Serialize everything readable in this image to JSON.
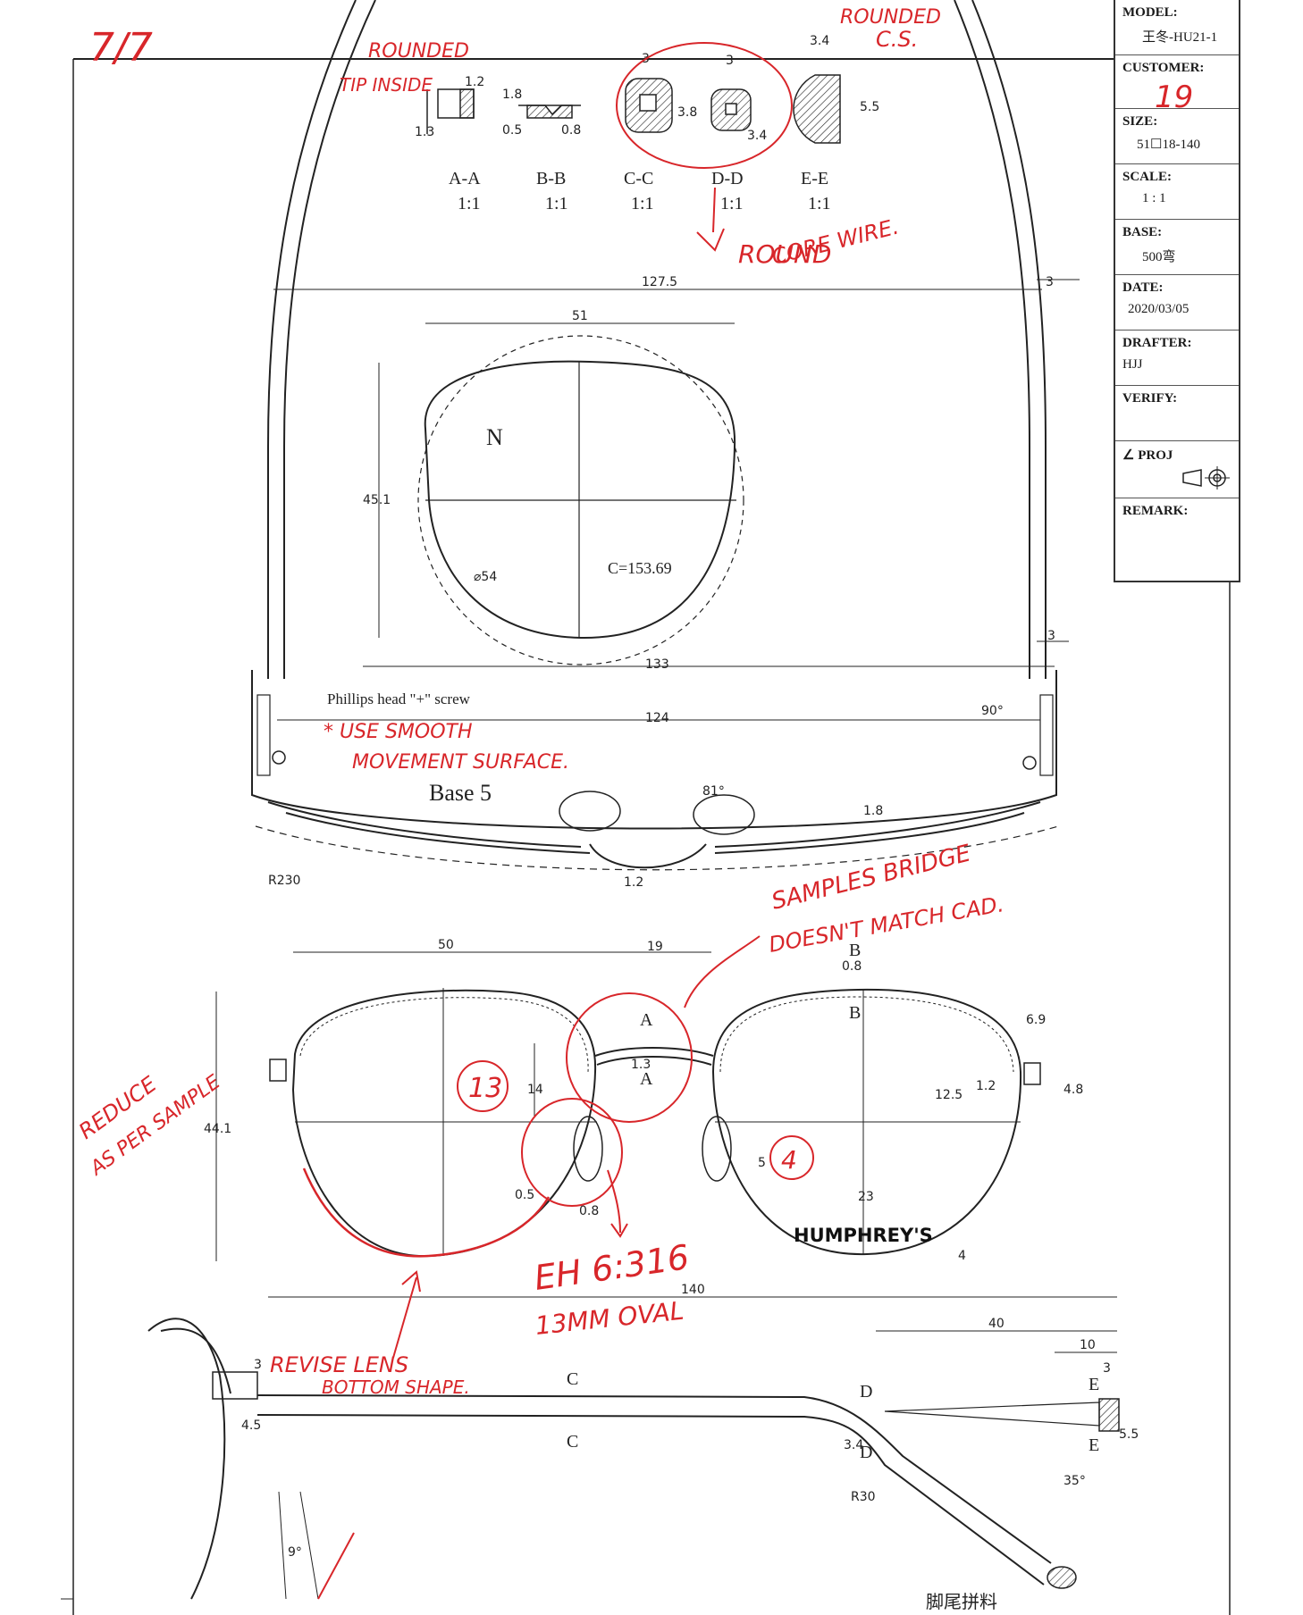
{
  "title_block": {
    "model_label": "MODEL:",
    "model_value": "王冬-HU21-1",
    "customer_label": "CUSTOMER:",
    "customer_value": "",
    "size_label": "SIZE:",
    "size_value": "51☐18-140",
    "scale_label": "SCALE:",
    "scale_value": "1 : 1",
    "base_label": "BASE:",
    "base_value": "500弯",
    "date_label": "DATE:",
    "date_value": "2020/03/05",
    "drafter_label": "DRAFTER:",
    "drafter_value": "HJJ",
    "verify_label": "VERIFY:",
    "proj_label": "∠ PROJ",
    "remark_label": "REMARK:"
  },
  "sections": [
    {
      "name": "A-A",
      "scale": "1:1"
    },
    {
      "name": "B-B",
      "scale": "1:1"
    },
    {
      "name": "C-C",
      "scale": "1:1"
    },
    {
      "name": "D-D",
      "scale": "1:1"
    },
    {
      "name": "E-E",
      "scale": "1:1"
    }
  ],
  "section_dims": {
    "aa_1": "1.2",
    "aa_2": "1.3",
    "bb_1": "1.8",
    "bb_2": "0.5",
    "bb_3": "0.8",
    "cc_1": "3",
    "cc_2": "3.8",
    "dd_1": "3",
    "dd_2": "3.4",
    "ee_1": "3.4",
    "ee_2": "5.5"
  },
  "top_view": {
    "width_dim": "127.5",
    "right_dim_top": "3",
    "right_dim_bottom": "3",
    "lens_width": "51",
    "lens_height": "45.1",
    "lens_mark": "N",
    "diameter": "⌀54",
    "circumference": "C=153.69",
    "outer_width": "133",
    "inner_width": "124",
    "screw_note": "Phillips head \"+\" screw",
    "base_label": "Base 5",
    "angle_bridge": "81°",
    "angle_temple": "90°",
    "dim_18": "1.8",
    "dim_12": "1.2",
    "radius": "R230"
  },
  "front_view": {
    "lens_width": "50",
    "bridge": "19",
    "b_mark": "B",
    "b_dim": "0.8",
    "a_mark": "A",
    "a_dim": "1.3",
    "height_14": "14",
    "height_441": "44.1",
    "dim_69": "6.9",
    "dim_125": "12.5",
    "dim_12": "1.2",
    "dim_48": "4.8",
    "dim_05": "0.5",
    "dim_08": "0.8",
    "dim_5": "5",
    "dim_23": "23",
    "dim_4": "4",
    "brand": "HUMPHREY'S"
  },
  "side_view": {
    "length": "140",
    "dim_40": "40",
    "dim_10": "10",
    "dim_3a": "3",
    "dim_3b": "3",
    "dim_45": "4.5",
    "dim_34": "3.4",
    "dim_55": "5.5",
    "c_mark": "C",
    "d_mark": "D",
    "e_mark": "E",
    "radius": "R30",
    "angle_35": "35°",
    "angle_9": "9°",
    "tip_note": "脚尾拼料"
  },
  "annotations": {
    "page": "7/7",
    "rounded_tip": "ROUNDED",
    "tip_inside": "TIP INSIDE",
    "rounded_cs": "ROUNDED",
    "cs": "C.S.",
    "round_core": "ROUND",
    "core_wire": "CORE WIRE.",
    "customer_19": "19",
    "use_smooth": "* USE SMOOTH",
    "movement_surface": "MOVEMENT SURFACE.",
    "sample_bridge": "SAMPLES BRIDGE",
    "doesnt_match": "DOESN'T MATCH CAD.",
    "reduce": "REDUCE",
    "as_per": "AS PER SAMPLE",
    "circle_13": "13",
    "circle_4": "4",
    "eh_code": "EH 6:316",
    "oval": "13MM OVAL",
    "revise": "REVISE LENS",
    "bottom_shape": "BOTTOM SHAPE."
  }
}
